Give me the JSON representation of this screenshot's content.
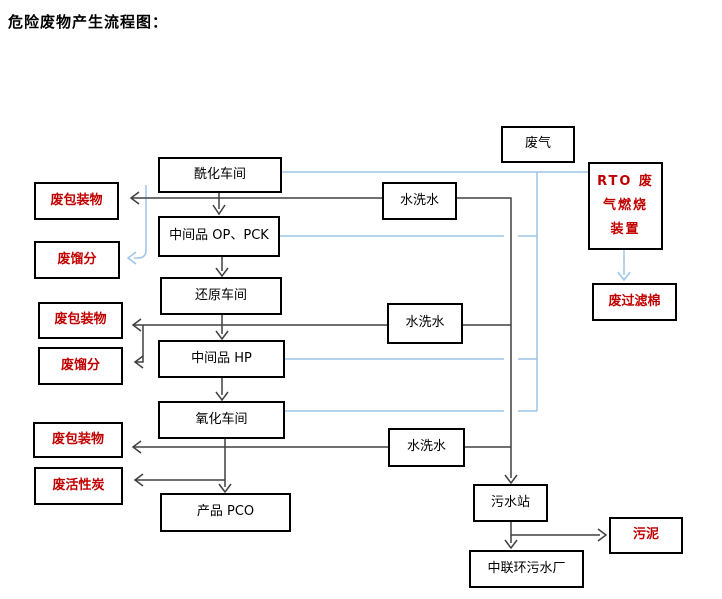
{
  "title": "危险废物产生流程图：",
  "colors": {
    "box_border": "#000000",
    "black_text": "#000000",
    "red_text": "#c00000",
    "black_line": "#404040",
    "blue_line": "#9dc3e6"
  },
  "nodes": {
    "acylation": {
      "label": "酰化车间"
    },
    "waste_packaging_1": {
      "label": "废包装物"
    },
    "waste_fraction_1": {
      "label": "废馏分"
    },
    "intermediate_op_pck": {
      "label": "中间品 OP、PCK"
    },
    "reduction": {
      "label": "还原车间"
    },
    "waste_packaging_2": {
      "label": "废包装物"
    },
    "waste_fraction_2": {
      "label": "废馏分"
    },
    "intermediate_hp": {
      "label": "中间品 HP"
    },
    "oxidation": {
      "label": "氧化车间"
    },
    "waste_packaging_3": {
      "label": "废包装物"
    },
    "waste_activated_carbon": {
      "label": "废活性炭"
    },
    "product_pco": {
      "label": "产品 PCO"
    },
    "wash_water_1": {
      "label": "水洗水"
    },
    "wash_water_2": {
      "label": "水洗水"
    },
    "wash_water_3": {
      "label": "水洗水"
    },
    "waste_gas": {
      "label": "废气"
    },
    "rto": {
      "line1": "RTO 废",
      "line2": "气燃烧",
      "line3": "装置"
    },
    "waste_filter_cotton": {
      "label": "废过滤棉"
    },
    "sewage_station": {
      "label": "污水站"
    },
    "sludge": {
      "label": "污泥"
    },
    "sewage_plant": {
      "label": "中联环污水厂"
    }
  }
}
